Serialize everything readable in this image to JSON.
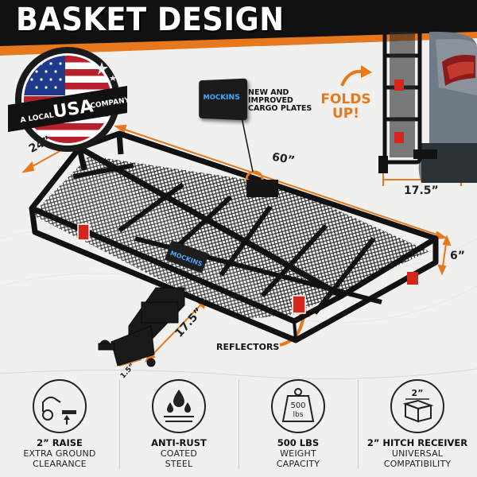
{
  "title": "BASKET DESIGN",
  "badge": {
    "top_text": "A LOCAL",
    "brand_word": "USA",
    "bottom_text": "COMPANY"
  },
  "plate": {
    "logo_text": "MOCKINS",
    "note": "NEW AND IMPROVED CARGO PLATES"
  },
  "folds": {
    "line1": "FOLDS",
    "line2": "UP!"
  },
  "dimensions": {
    "width": "24”",
    "length": "60”",
    "height": "6”",
    "folded_depth": "17.5”",
    "shank_length": "17.5”",
    "shank_rise": "1.5”"
  },
  "reflectors_label": "REFLECTORS",
  "features": [
    {
      "icon": "truck-raise-icon",
      "line1": "2” RAISE",
      "line2": "EXTRA GROUND",
      "line3": "CLEARANCE"
    },
    {
      "icon": "water-drops-icon",
      "line1": "ANTI-RUST",
      "line2": "COATED",
      "line3": "STEEL"
    },
    {
      "icon": "weight-icon",
      "weight_text": "500",
      "weight_unit": "lbs",
      "line1": "500 LBS",
      "line2": "WEIGHT",
      "line3": "CAPACITY"
    },
    {
      "icon": "hitch-receiver-icon",
      "size_text": "2”",
      "line1": "2” HITCH RECEIVER",
      "line2": "UNIVERSAL",
      "line3": "COMPATIBILITY"
    }
  ],
  "colors": {
    "accent": "#e8781c",
    "dark": "#111111",
    "background": "#f0f0ef"
  }
}
